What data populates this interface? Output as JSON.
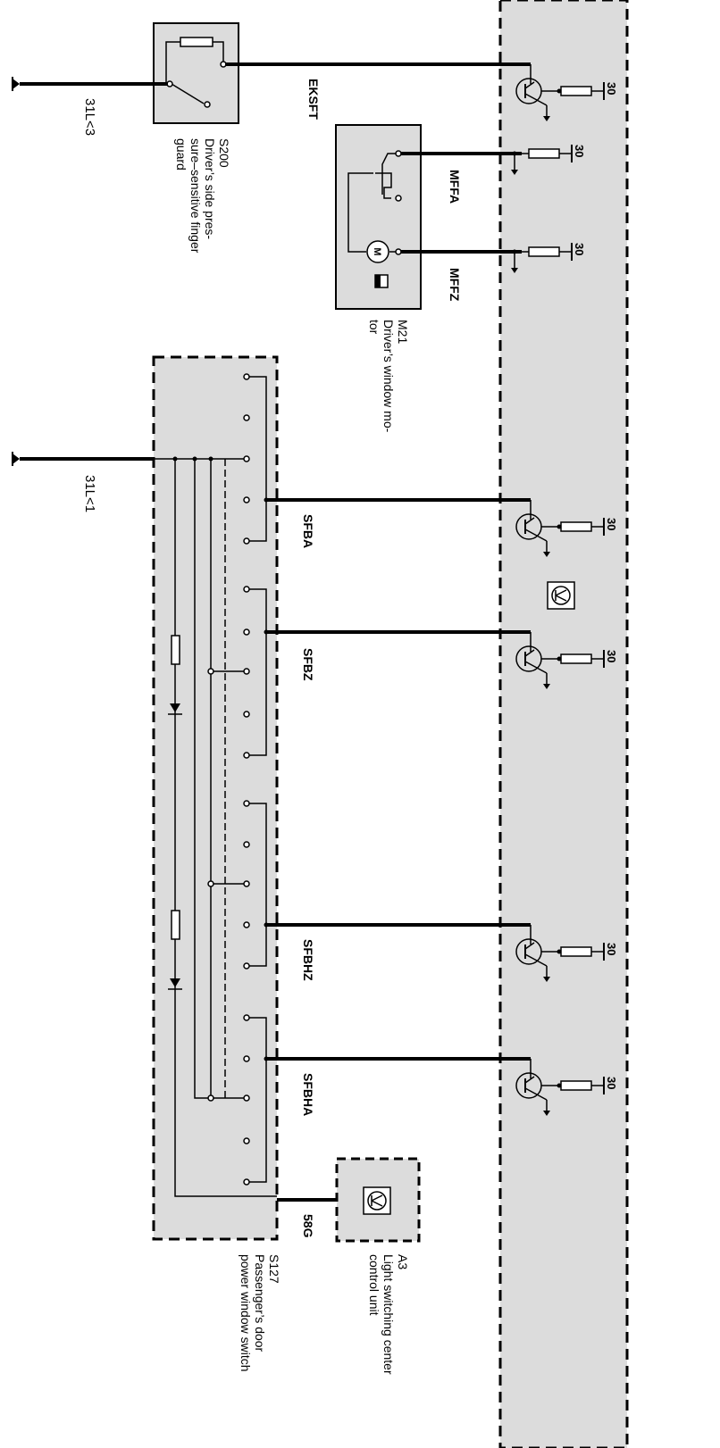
{
  "components": {
    "s200": {
      "code": "S200",
      "line1": "Driver’s side pres-",
      "line2": "sure–sensitive finger",
      "line3": "guard"
    },
    "m21": {
      "code": "M21",
      "line1": "Driver’s window mo-",
      "line2": "tor"
    },
    "s127": {
      "code": "S127",
      "line1": "Passenger’s door",
      "line2": "power window switch"
    },
    "a3": {
      "code": "A3",
      "line1": "Light switching center",
      "line2": "control unit"
    }
  },
  "grounds": {
    "g1": "31L<3",
    "g2": "31L<1"
  },
  "wires": {
    "eksft": "EKSFT",
    "mffa": "MFFA",
    "mffz": "MFFZ",
    "sfba": "SFBA",
    "sfbz": "SFBZ",
    "sfbhz": "SFBHZ",
    "sfbha": "SFBHA",
    "g58": "58G"
  },
  "terminal": "30",
  "motor_letter": "M",
  "colors": {
    "module_fill": "#dcdcdc",
    "line": "#000000",
    "background": "#ffffff"
  }
}
